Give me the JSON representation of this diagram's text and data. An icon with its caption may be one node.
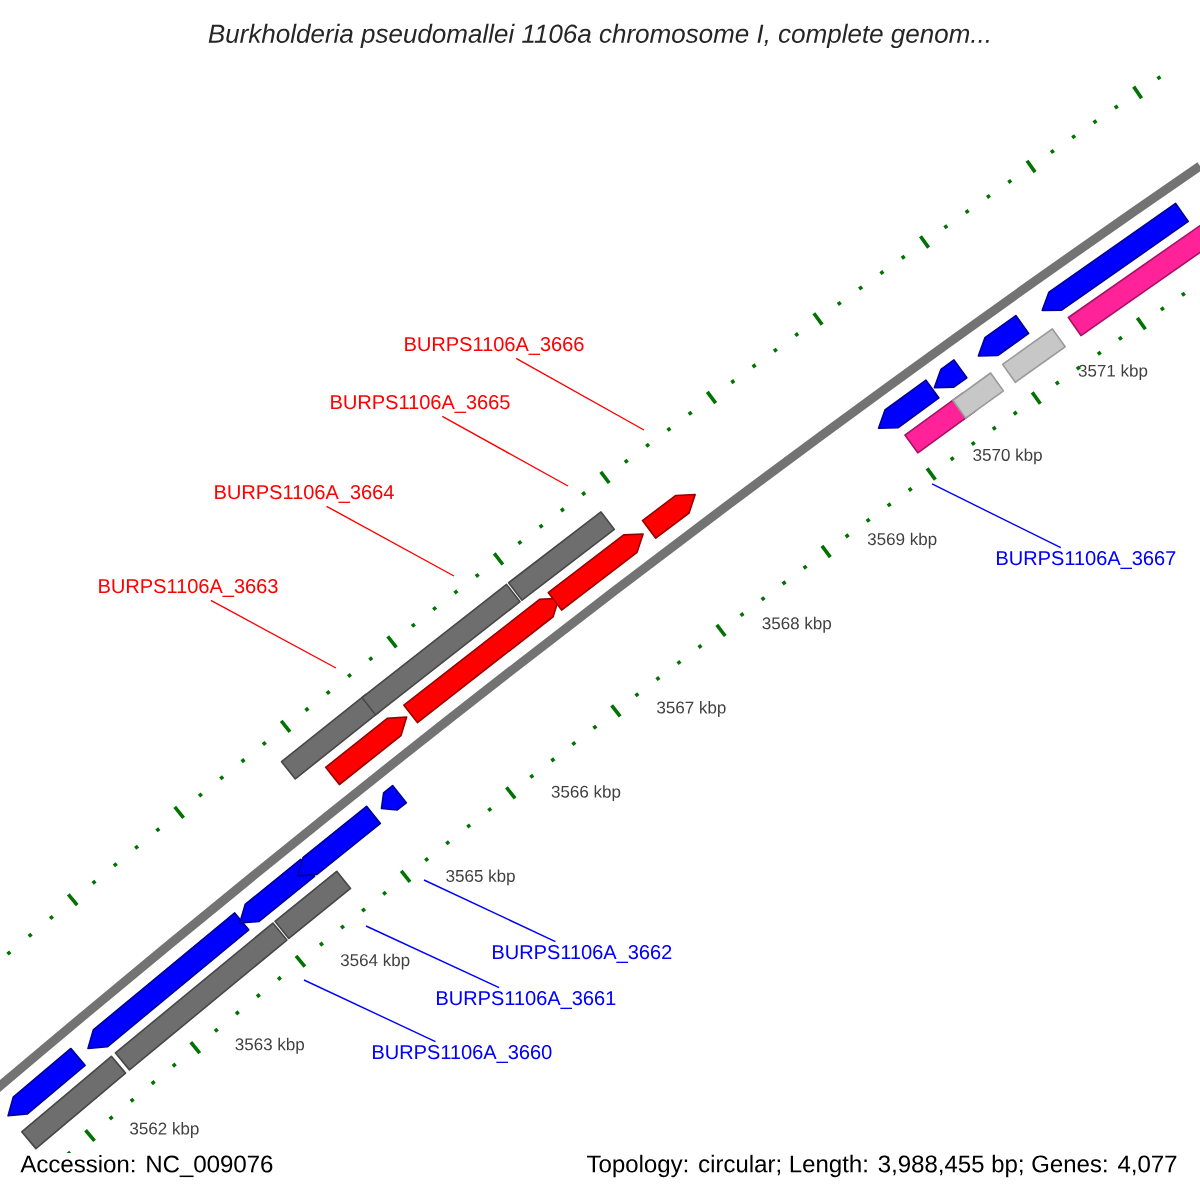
{
  "diagram": {
    "title": "Burkholderia pseudomallei 1106a chromosome I, complete genom...",
    "nodes": [
      {
        "text": [
          "BURPS1106A_3666"
        ]
      },
      {
        "text": [
          "BURPS1106A_3665"
        ]
      },
      {
        "text": [
          "BURPS1106A_3664"
        ]
      },
      {
        "text": [
          "BURPS1106A_3663"
        ]
      },
      {
        "text": [
          "BURPS1106A_3667"
        ]
      },
      {
        "text": [
          "BURPS1106A_3662"
        ]
      },
      {
        "text": [
          "BURPS1106A_3661"
        ]
      },
      {
        "text": [
          "BURPS1106A_3660"
        ]
      }
    ],
    "edges": [
      {
        "from": 0,
        "to": null,
        "arrow": "none",
        "color": "#ff0000"
      },
      {
        "from": 1,
        "to": null,
        "arrow": "none",
        "color": "#ff0000"
      },
      {
        "from": 2,
        "to": null,
        "arrow": "none",
        "color": "#ff0000"
      },
      {
        "from": 3,
        "to": null,
        "arrow": "none",
        "color": "#ff0000"
      },
      {
        "from": 4,
        "to": null,
        "arrow": "none",
        "color": "#0000ff"
      },
      {
        "from": 5,
        "to": null,
        "arrow": "none",
        "color": "#0000ff"
      },
      {
        "from": 6,
        "to": null,
        "arrow": "none",
        "color": "#0000ff"
      },
      {
        "from": 7,
        "to": null,
        "arrow": "none",
        "color": "#0000ff"
      }
    ],
    "labels": [
      "3571 kbp",
      "3570 kbp",
      "3569 kbp",
      "3568 kbp",
      "3567 kbp",
      "3566 kbp",
      "3565 kbp",
      "3564 kbp",
      "3563 kbp",
      "3562 kbp",
      "Accession: NC_009076",
      "Topology: circular; Length: 3,988,455 bp; Genes: 4,077"
    ]
  }
}
